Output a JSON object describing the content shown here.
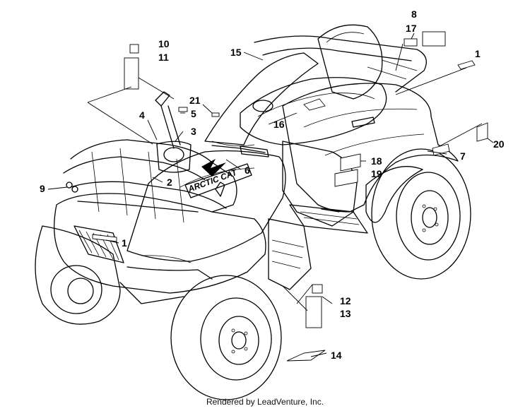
{
  "diagram": {
    "callouts": [
      "1",
      "1",
      "2",
      "3",
      "4",
      "5",
      "6",
      "7",
      "8",
      "9",
      "10",
      "11",
      "12",
      "13",
      "14",
      "15",
      "16",
      "17",
      "18",
      "19",
      "20",
      "21"
    ],
    "logo_text": "ARCTIC CAT"
  },
  "footer": {
    "text": "Rendered by LeadVenture, Inc."
  }
}
